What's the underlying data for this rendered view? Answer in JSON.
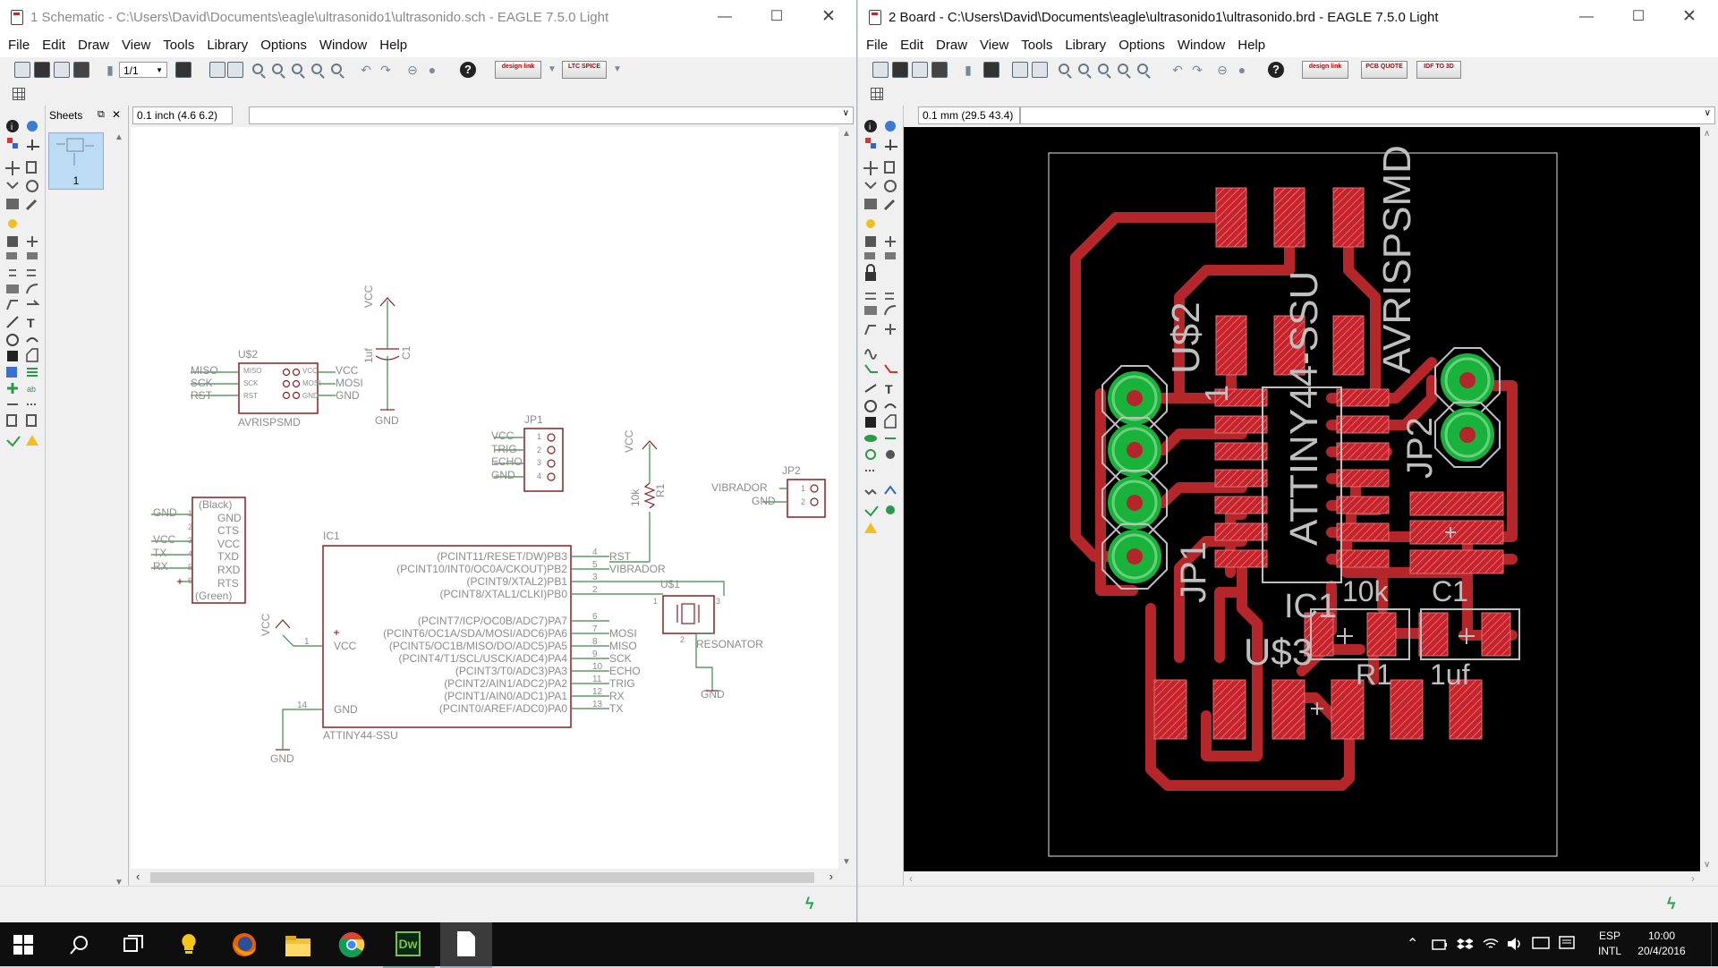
{
  "schematic_window": {
    "title": "1 Schematic - C:\\Users\\David\\Documents\\eagle\\ultrasonido1\\ultrasonido.sch - EAGLE 7.5.0 Light",
    "menu": [
      "File",
      "Edit",
      "Draw",
      "View",
      "Tools",
      "Library",
      "Options",
      "Window",
      "Help"
    ],
    "sheet_selector": "1/1",
    "logo_buttons": [
      "design link",
      "LTC SPICE"
    ],
    "sheets_panel": {
      "title": "Sheets",
      "sheet_number": "1"
    },
    "coordinate": "0.1 inch (4.6 6.2)",
    "command": "",
    "schematic": {
      "u2": {
        "ref": "U$2",
        "value": "AVRISPSMD",
        "left_nets": [
          "MISO",
          "SCK",
          "RST"
        ],
        "right_nets": [
          "VCC",
          "MOSI",
          "GND"
        ],
        "left_pins": [
          "MISO",
          "SCK",
          "RST"
        ],
        "right_pins": [
          "VCC",
          "MOSI",
          "GND"
        ]
      },
      "c1": {
        "ref": "C1",
        "value": "1uf",
        "top_net": "VCC",
        "bottom_net": "GND"
      },
      "jp1": {
        "ref": "JP1",
        "nets": [
          "VCC",
          "TRIG",
          "ECHO",
          "GND"
        ],
        "pins": [
          "1",
          "2",
          "3",
          "4"
        ]
      },
      "r1": {
        "ref": "R1",
        "value": "10k",
        "net": "VCC"
      },
      "jp2": {
        "ref": "JP2",
        "nets": [
          "VIBRADOR",
          "GND"
        ],
        "pins": [
          "1",
          "2"
        ]
      },
      "ftdi": {
        "top": "(Black)",
        "bottom": "(Green)",
        "pins": [
          "GND",
          "CTS",
          "VCC",
          "TXD",
          "RXD",
          "RTS"
        ],
        "pin_numbers": [
          "1",
          "2",
          "3",
          "4",
          "5",
          "6"
        ],
        "nets": [
          "GND",
          "",
          "VCC",
          "TX",
          "RX",
          ""
        ]
      },
      "ic1": {
        "ref": "IC1",
        "value": "ATTINY44-SSU",
        "pins_right": [
          {
            "num": "4",
            "name": "(PCINT11/RESET/DW)PB3",
            "net": "RST"
          },
          {
            "num": "5",
            "name": "(PCINT10/INT0/OC0A/CKOUT)PB2",
            "net": "VIBRADOR"
          },
          {
            "num": "3",
            "name": "(PCINT9/XTAL2)PB1",
            "net": ""
          },
          {
            "num": "2",
            "name": "(PCINT8/XTAL1/CLKI)PB0",
            "net": ""
          },
          {
            "num": "6",
            "name": "(PCINT7/ICP/OC0B/ADC7)PA7",
            "net": ""
          },
          {
            "num": "7",
            "name": "(PCINT6/OC1A/SDA/MOSI/ADC6)PA6",
            "net": "MOSI"
          },
          {
            "num": "8",
            "name": "(PCINT5/OC1B/MISO/DO/ADC5)PA5",
            "net": "MISO"
          },
          {
            "num": "9",
            "name": "(PCINT4/T1/SCL/USCK/ADC4)PA4",
            "net": "SCK"
          },
          {
            "num": "10",
            "name": "(PCINT3/T0/ADC3)PA3",
            "net": "ECHO"
          },
          {
            "num": "11",
            "name": "(PCINT2/AIN1/ADC2)PA2",
            "net": "TRIG"
          },
          {
            "num": "12",
            "name": "(PCINT1/AIN0/ADC1)PA1",
            "net": "RX"
          },
          {
            "num": "13",
            "name": "(PCINT0/AREF/ADC0)PA0",
            "net": "TX"
          }
        ],
        "vcc_pin": "1",
        "vcc_name": "VCC",
        "vcc_net": "VCC",
        "gnd_pin": "14",
        "gnd_name": "GND",
        "gnd_net": "GND"
      },
      "resonator": {
        "ref": "U$1",
        "value": "RESONATOR",
        "gnd_net": "GND",
        "pins": [
          "1",
          "2",
          "3"
        ]
      }
    }
  },
  "board_window": {
    "title": "2 Board - C:\\Users\\David\\Documents\\eagle\\ultrasonido1\\ultrasonido.brd - EAGLE 7.5.0 Light",
    "menu": [
      "File",
      "Edit",
      "Draw",
      "View",
      "Tools",
      "Library",
      "Options",
      "Window",
      "Help"
    ],
    "logo_buttons": [
      "design link",
      "PCB QUOTE",
      "IDF TO 3D"
    ],
    "coordinate": "0.1 mm (29.5 43.4)",
    "command": "",
    "board_labels": {
      "u2": "U$2",
      "avrisp": "AVRISPSMD",
      "attiny": "ATTINY44-SSU",
      "one": "1",
      "jp2": "JP2",
      "jp1": "JP1",
      "ic1": "IC1",
      "u3": "U$3",
      "r1": "R1",
      "val_10k": "10k",
      "c1": "C1",
      "val_1uf": "1uf"
    },
    "colors": {
      "background": "#000000",
      "trace": "#b5262b",
      "pad": "#c8222a",
      "via": "#19b33c",
      "outline": "#bfbfbf"
    }
  },
  "taskbar": {
    "apps": [
      "start-icon",
      "search-icon",
      "task-view-icon",
      "tips-icon",
      "firefox-icon",
      "file-explorer-icon",
      "chrome-icon",
      "dreamweaver-icon",
      "document-icon"
    ],
    "dreamweaver_label": "Dw",
    "language_top": "ESP",
    "language_bottom": "INTL",
    "time": "10:00",
    "date": "20/4/2016"
  }
}
